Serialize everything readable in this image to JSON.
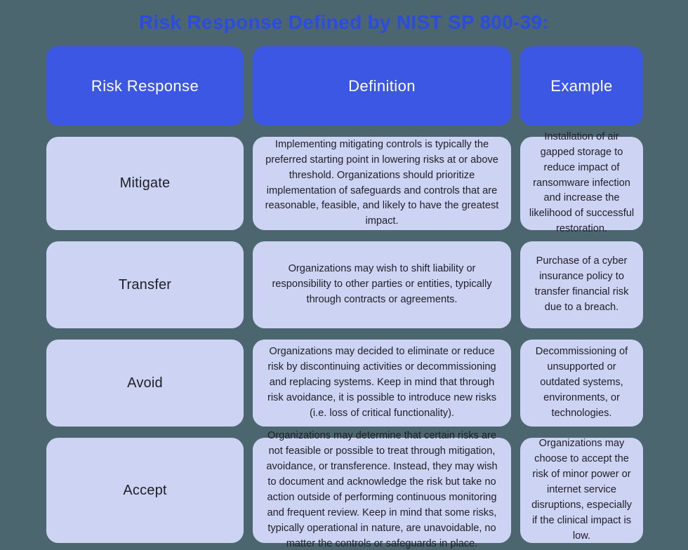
{
  "title": "Risk Response Defined by NIST SP 800-39:",
  "colors": {
    "background": "#4C6670",
    "header_bg": "#3B57E4",
    "cell_bg": "#CDD4F3",
    "title_text": "#2B4BE5",
    "header_text": "#FFFFFF",
    "cell_text": "#202028"
  },
  "table": {
    "headers": [
      "Risk Response",
      "Definition",
      "Example"
    ],
    "rows": [
      {
        "response": "Mitigate",
        "definition": "Implementing mitigating controls is typically the preferred starting point in lowering risks at or above threshold. Organizations should prioritize implementation of safeguards and controls that are reasonable, feasible, and likely to have the greatest impact.",
        "example": "Installation of air gapped storage to reduce impact of ransomware infection and increase the likelihood of successful restoration."
      },
      {
        "response": "Transfer",
        "definition": "Organizations may wish to shift liability or responsibility to other parties or entities, typically through contracts or agreements.",
        "example": "Purchase of a cyber insurance policy to transfer financial risk due to a breach."
      },
      {
        "response": "Avoid",
        "definition": "Organizations may decided to eliminate or reduce risk by discontinuing activities or decommissioning and replacing systems. Keep in mind that through risk avoidance, it is possible to introduce new risks (i.e. loss of critical functionality).",
        "example": "Decommissioning of unsupported or outdated systems, environments, or technologies."
      },
      {
        "response": "Accept",
        "definition": "Organizations may determine that certain risks are not feasible or possible to treat through mitigation, avoidance, or transference. Instead, they may wish to document and acknowledge the risk but take no action outside of performing continuous monitoring and frequent review. Keep in mind that some risks, typically operational in nature, are unavoidable, no matter the controls or safeguards in place.",
        "example": "Organizations may choose to accept the risk of minor power or internet service disruptions, especially if the clinical impact is low."
      }
    ]
  },
  "chart_data": {
    "type": "table",
    "title": "Risk Response Defined by NIST SP 800-39:",
    "columns": [
      "Risk Response",
      "Definition",
      "Example"
    ],
    "rows": [
      [
        "Mitigate",
        "Implementing mitigating controls is typically the preferred starting point in lowering risks at or above threshold. Organizations should prioritize implementation of safeguards and controls that are reasonable, feasible, and likely to have the greatest impact.",
        "Installation of air gapped storage to reduce impact of ransomware infection and increase the likelihood of successful restoration."
      ],
      [
        "Transfer",
        "Organizations may wish to shift liability or responsibility to other parties or entities, typically through contracts or agreements.",
        "Purchase of a cyber insurance policy to transfer financial risk due to a breach."
      ],
      [
        "Avoid",
        "Organizations may decided to eliminate or reduce risk by discontinuing activities or decommissioning and replacing systems. Keep in mind that through risk avoidance, it is possible to introduce new risks (i.e. loss of critical functionality).",
        "Decommissioning of unsupported or outdated systems, environments, or technologies."
      ],
      [
        "Accept",
        "Organizations may determine that certain risks are not feasible or possible to treat through mitigation, avoidance, or transference. Instead, they may wish to document and acknowledge the risk but take no action outside of performing continuous monitoring and frequent review. Keep in mind that some risks, typically operational in nature, are unavoidable, no matter the controls or safeguards in place.",
        "Organizations may choose to accept the risk of minor power or internet service disruptions, especially if the clinical impact is low."
      ]
    ],
    "layout": "header row blue, body cells lavender, rounded-corner card grid on dark slate background"
  }
}
